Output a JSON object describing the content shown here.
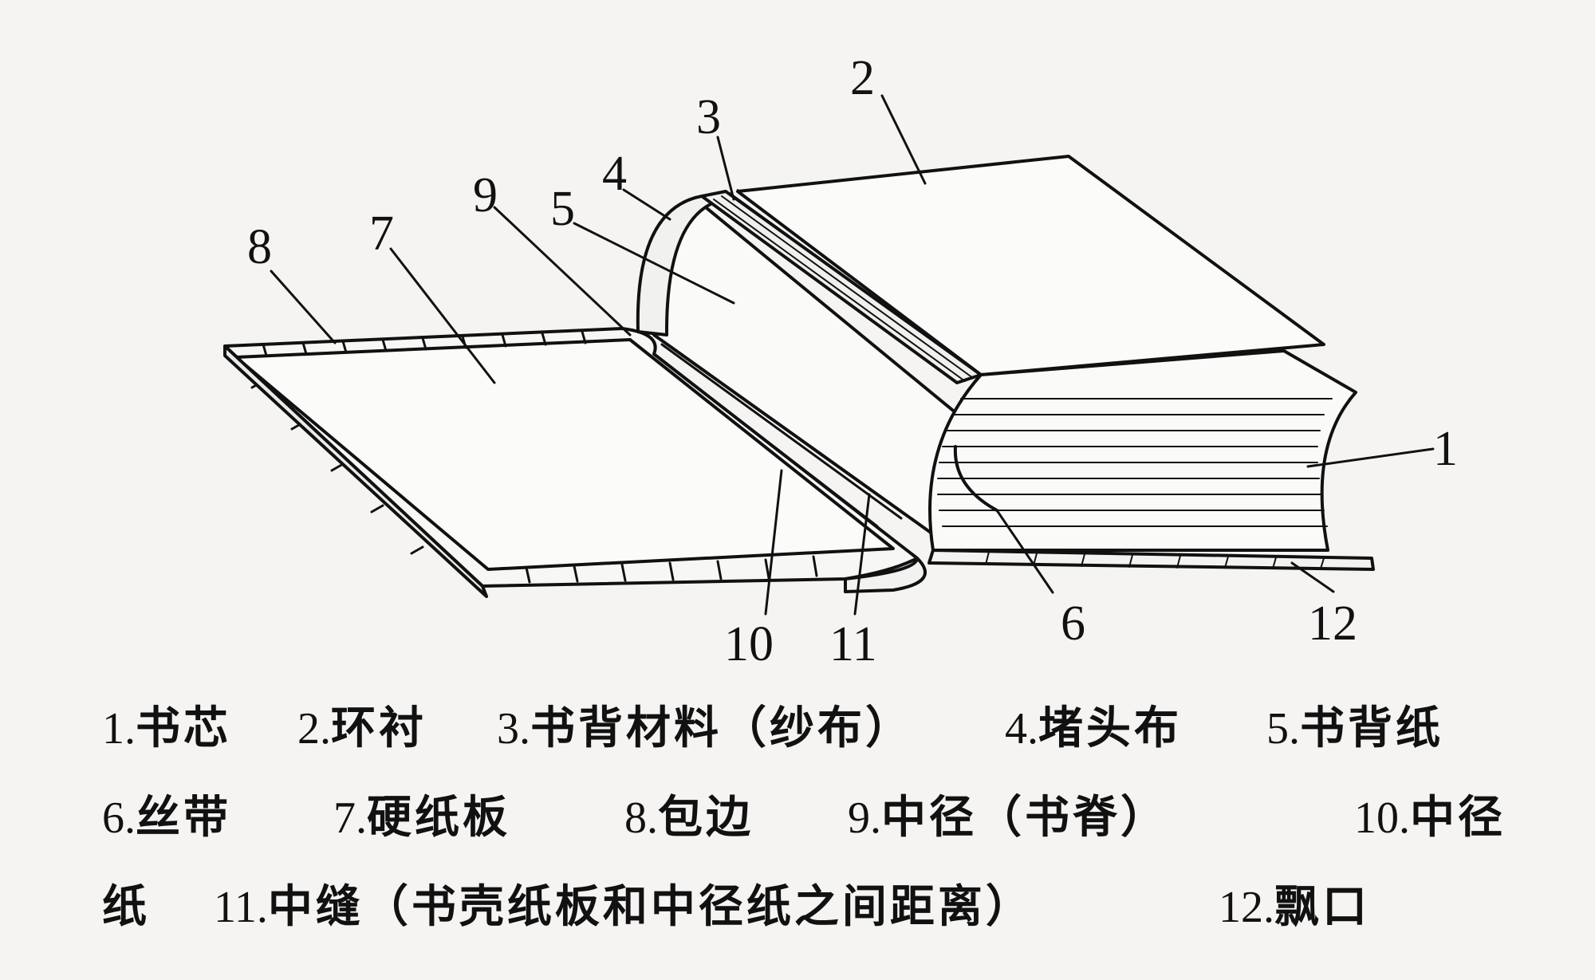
{
  "diagram": {
    "callouts": [
      "1",
      "2",
      "3",
      "4",
      "5",
      "6",
      "7",
      "8",
      "9",
      "10",
      "11",
      "12"
    ]
  },
  "legend": {
    "items": [
      {
        "num": "1.",
        "text": "书芯"
      },
      {
        "num": "2.",
        "text": "环衬"
      },
      {
        "num": "3.",
        "text": "书背材料（纱布）"
      },
      {
        "num": "4.",
        "text": "堵头布"
      },
      {
        "num": "5.",
        "text": "书背纸"
      },
      {
        "num": "6.",
        "text": "丝带"
      },
      {
        "num": "7.",
        "text": "硬纸板"
      },
      {
        "num": "8.",
        "text": "包边"
      },
      {
        "num": "9.",
        "text": "中径（书脊）"
      },
      {
        "num": "10.",
        "text": "中径"
      },
      {
        "num": "",
        "text": "纸"
      },
      {
        "num": "11.",
        "text": "中缝（书壳纸板和中径纸之间距离）"
      },
      {
        "num": "12.",
        "text": "飘口"
      }
    ]
  }
}
